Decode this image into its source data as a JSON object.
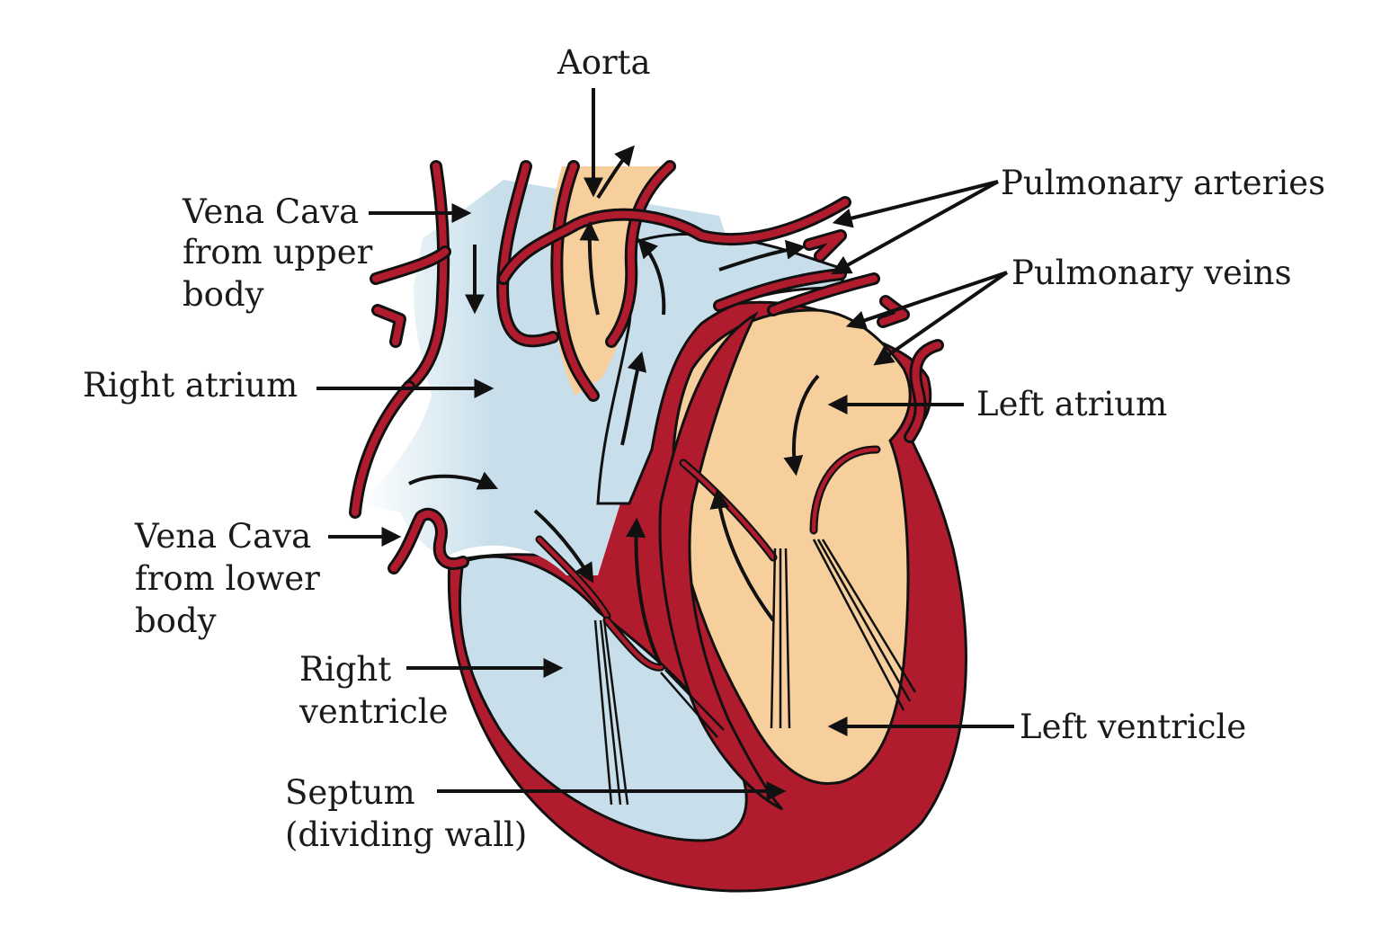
{
  "labels": {
    "aorta": "Aorta",
    "pulmonary_arteries": "Pulmonary arteries",
    "pulmonary_veins": "Pulmonary veins",
    "vena_cava_upper": [
      "Vena Cava",
      "from upper",
      "body"
    ],
    "right_atrium": "Right atrium",
    "left_atrium": "Left atrium",
    "vena_cava_lower": [
      "Vena Cava",
      "from lower",
      "body"
    ],
    "right_ventricle": [
      "Right",
      "ventricle"
    ],
    "left_ventricle": "Left ventricle",
    "septum": [
      "Septum",
      "(dividing wall)"
    ]
  },
  "colors": {
    "muscle": "#b01c2e",
    "deoxygenated_blood": "#c8dfeb",
    "oxygenated_blood": "#f7cf9c",
    "outline": "#111111"
  }
}
